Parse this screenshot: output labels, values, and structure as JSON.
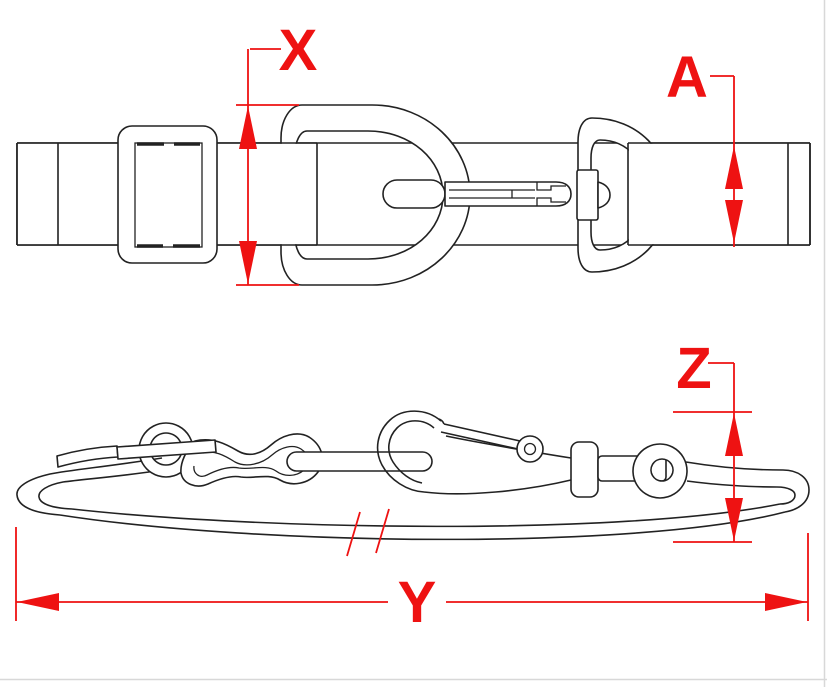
{
  "drawing": {
    "dimensions": {
      "x": {
        "label": "X"
      },
      "a": {
        "label": "A"
      },
      "z": {
        "label": "Z"
      },
      "y": {
        "label": "Y"
      }
    },
    "colors": {
      "dimension_accent": "#ee1212",
      "line_art": "#222222",
      "page_edge": "#d8d8d8",
      "background": "#ffffff"
    }
  }
}
